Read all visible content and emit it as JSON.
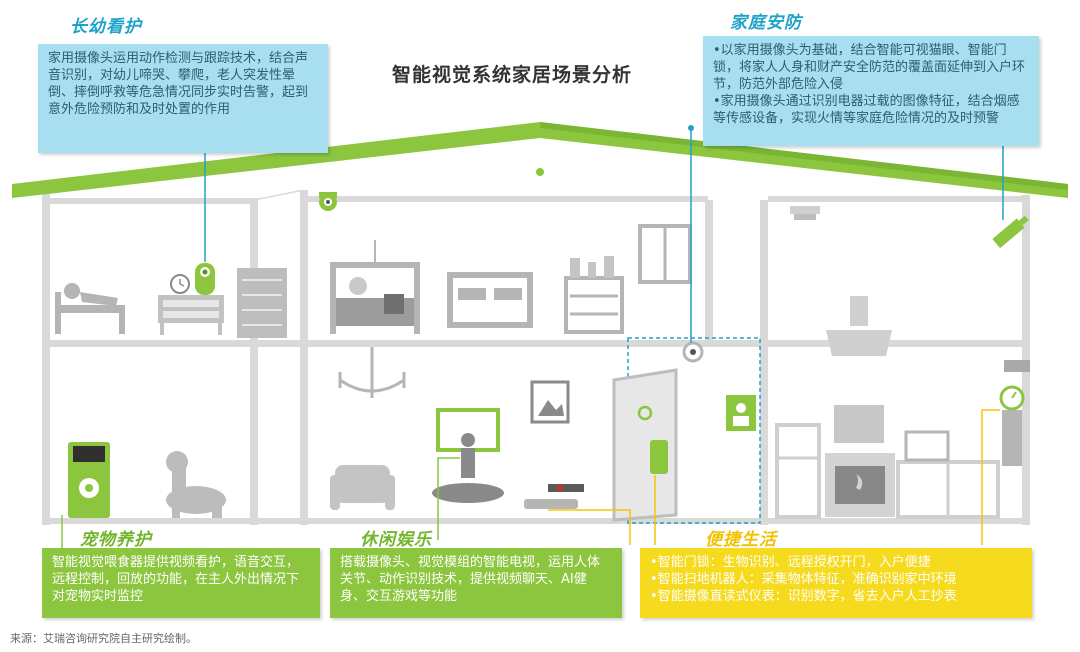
{
  "title": "智能视觉系统家居场景分析",
  "source": "来源：艾瑞咨询研究院自主研究绘制。",
  "boxes": {
    "elderly_child": {
      "title": "长幼看护",
      "text": "家用摄像头运用动作检测与跟踪技术，结合声音识别，对幼儿啼哭、攀爬，老人突发性晕倒、摔倒呼救等危急情况同步实时告警，起到意外危险预防和及时处置的作用"
    },
    "home_security": {
      "title": "家庭安防",
      "lines": [
        "•以家用摄像头为基础，结合智能可视猫眼、智能门锁，将家人人身和财产安全防范的覆盖面延伸到入户环节，防范外部危险入侵",
        "•家用摄像头通过识别电器过载的图像特征，结合烟感等传感设备，实现火情等家庭危险情况的及时预警"
      ]
    },
    "pet_care": {
      "title": "宠物养护",
      "text": "智能视觉喂食器提供视频看护，语音交互，远程控制，回放的功能，在主人外出情况下对宠物实时监控"
    },
    "leisure": {
      "title": "休闲娱乐",
      "text": "搭载摄像头、视觉模组的智能电视，运用人体关节、动作识别技术，提供视频聊天、AI健身、交互游戏等功能"
    },
    "convenience": {
      "title": "便捷生活",
      "lines": [
        "•智能门锁：生物识别、远程授权开门，入户便捷",
        "•智能扫地机器人：采集物体特征，准确识别家中环境",
        "•智能摄像直读式仪表：识别数字，省去入户人工抄表"
      ]
    }
  },
  "icons": [
    "bed-icon",
    "alarm-clock-icon",
    "baby-monitor-icon",
    "dresser-icon",
    "wardrobe-icon",
    "crib-icon",
    "double-bed-icon",
    "nightstand-icon",
    "window-icon",
    "ceiling-camera-icon",
    "chandelier-icon",
    "picture-frame-icon",
    "smart-tv-icon",
    "yoga-person-icon",
    "armchair-icon",
    "pet-feeder-icon",
    "dog-icon",
    "robot-vacuum-icon",
    "door-icon",
    "smart-lock-icon",
    "video-doorbell-icon",
    "smoke-detector-icon",
    "range-hood-icon",
    "stove-icon",
    "fridge-icon",
    "meter-icon",
    "kitchen-counter-icon"
  ],
  "colors": {
    "roof": "#8cc63f",
    "blue": "#a7dff0",
    "green": "#8cc63f",
    "yellow": "#f6da1d",
    "wall": "#d4d4d4",
    "furniture": "#b7b7b7"
  }
}
